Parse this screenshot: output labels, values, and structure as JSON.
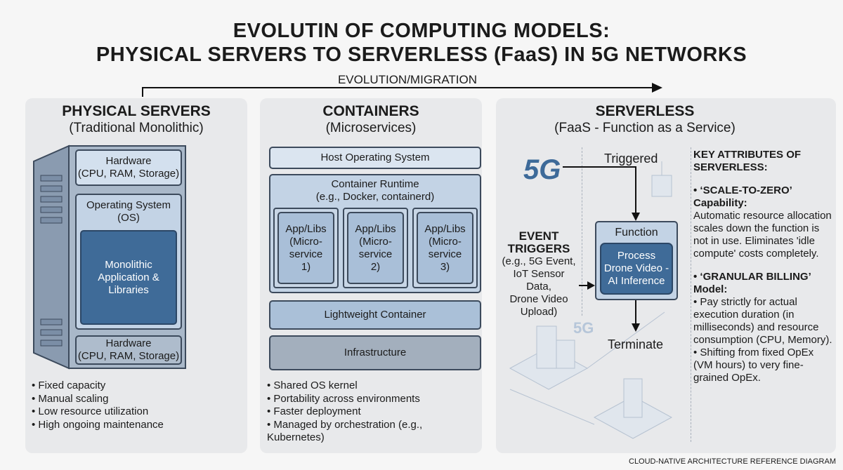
{
  "title": {
    "line1": "EVOLUTIN OF COMPUTING MODELS:",
    "line2": "PHYSICAL SERVERS TO SERVERLESS (FaaS) IN 5G NETWORKS"
  },
  "arrow_label": "EVOLUTION/MIGRATION",
  "physical": {
    "heading": "PHYSICAL SERVERS",
    "sub": "(Traditional Monolithic)",
    "hw_top": {
      "l1": "Hardware",
      "l2": "(CPU, RAM, Storage)"
    },
    "os": "Operating System (OS)",
    "mono": {
      "l1": "Monolithic",
      "l2": "Application &",
      "l3": "Libraries"
    },
    "hw_bottom": {
      "l1": "Hardware",
      "l2": "(CPU, RAM, Storage)"
    },
    "bullets": [
      "Fixed capacity",
      "Manual scaling",
      "Low resource utilization",
      "High ongoing maintenance"
    ]
  },
  "containers": {
    "heading": "CONTAINERS",
    "sub": "(Microservices)",
    "host_os": "Host Operating System",
    "runtime": {
      "l1": "Container Runtime",
      "l2": "(e.g., Docker, containerd)"
    },
    "apps": [
      {
        "l1": "App/Libs",
        "l2": "(Micro-",
        "l3": "service",
        "l4": "1)"
      },
      {
        "l1": "App/Libs",
        "l2": "(Micro-",
        "l3": "service",
        "l4": "2)"
      },
      {
        "l1": "App/Libs",
        "l2": "(Micro-",
        "l3": "service",
        "l4": "3)"
      }
    ],
    "lightweight": "Lightweight Container",
    "infra": "Infrastructure",
    "bullets": [
      "Shared OS kernel",
      "Portability across environments",
      "Faster deployment",
      "Managed by orchestration (e.g., Kubernetes)"
    ]
  },
  "serverless": {
    "heading": "SERVERLESS",
    "sub": "(FaaS - Function as a Service)",
    "logo_5g": "5G",
    "triggered": "Triggered",
    "event": {
      "t1": "EVENT",
      "t2": "TRIGGERS",
      "d1": "(e.g., 5G Event,",
      "d2": "IoT Sensor Data,",
      "d3": "Drone Video",
      "d4": "Upload)"
    },
    "function": "Function",
    "process": {
      "l1": "Process",
      "l2": "Drone Video -",
      "l3": "AI Inference"
    },
    "terminate": "Terminate",
    "bg_5g": "5G",
    "key": {
      "title1": "KEY ATTRIBUTES OF",
      "title2": "SERVERLESS:",
      "a1_title1": "‘SCALE-TO-ZERO’",
      "a1_title2": "Capability:",
      "a1_text": "Automatic resource allocation scales down the function is not in use. Eliminates 'idle compute' costs completely.",
      "a2_title1": "‘GRANULAR BILLING’",
      "a2_title2": "Model:",
      "a2_b1": "Pay strictly for actual execution duration (in milliseconds) and resource consumption (CPU, Memory).",
      "a2_b2": "Shifting from fixed OpEx (VM hours) to very fine-grained OpEx."
    }
  },
  "footer": "CLOUD-NATIVE ARCHITECTURE REFERENCE DIAGRAM"
}
